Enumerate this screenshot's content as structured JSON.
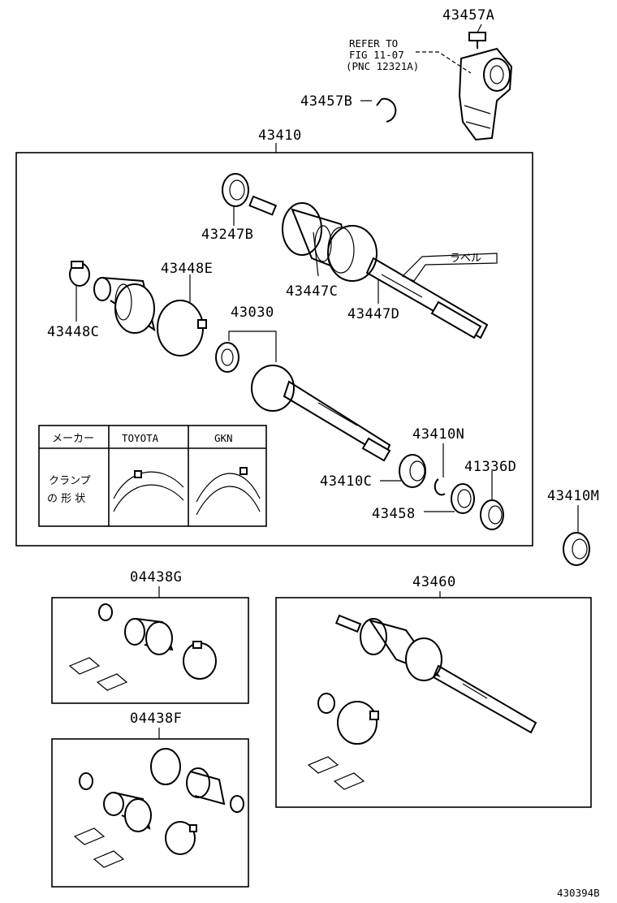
{
  "parts": {
    "p43457A": "43457A",
    "p43457B": "43457B",
    "p43410": "43410",
    "p43247B": "43247B",
    "p43448E": "43448E",
    "p43447C": "43447C",
    "p43448C": "43448C",
    "p43447D": "43447D",
    "p43030": "43030",
    "p43410N": "43410N",
    "p43410C": "43410C",
    "p41336D": "41336D",
    "p43458": "43458",
    "p43410M": "43410M",
    "p04438G": "04438G",
    "p43460": "43460",
    "p04438F": "04438F"
  },
  "refer": {
    "line1": "REFER TO",
    "line2": "FIG 11-07",
    "line3": "(PNC 12321A)"
  },
  "label_tag": "ラベル",
  "table": {
    "header_maker": "メーカー",
    "header_toyota": "TOYOTA",
    "header_gkn": "GKN",
    "row_label_line1": "クランプ",
    "row_label_line2": "の 形 状"
  },
  "figure_code": "430394B"
}
